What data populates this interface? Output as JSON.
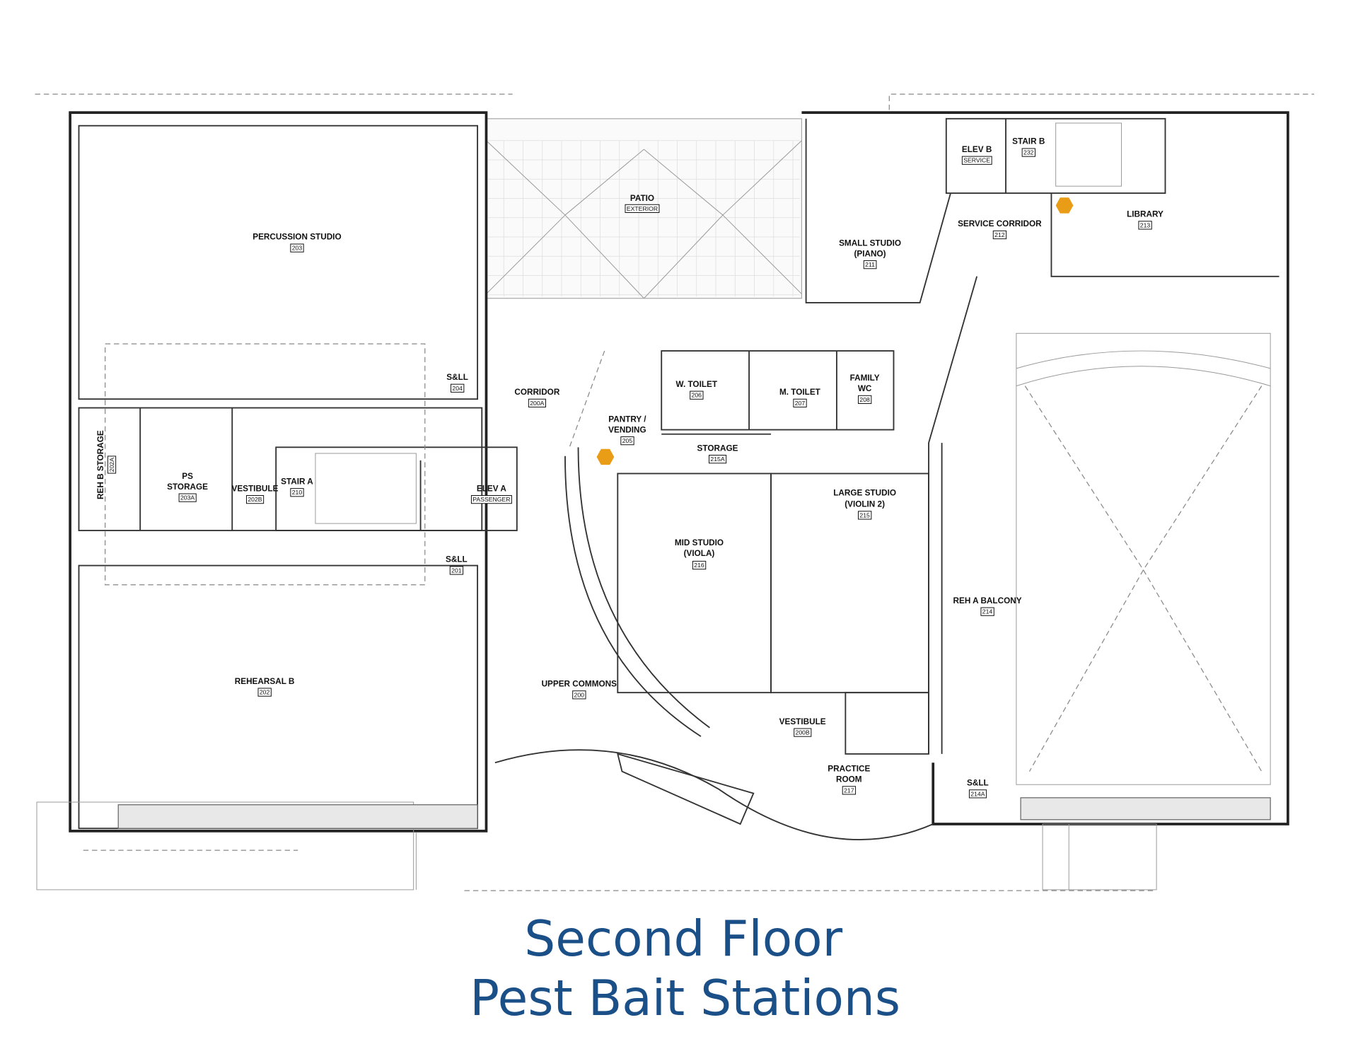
{
  "title": {
    "line1": "Second Floor",
    "line2": "Pest Bait Stations"
  },
  "colors": {
    "title": "#1b4f87",
    "bait_station": "#e99d16",
    "walls": "#222222"
  },
  "bait_station_icon": "orange-hexagon",
  "bait_station_count": 2,
  "rooms": {
    "patio": {
      "name": "PATIO",
      "tag": "EXTERIOR"
    },
    "percussion": {
      "name": "PERCUSSION STUDIO",
      "number": "203"
    },
    "small_studio": {
      "name1": "SMALL STUDIO",
      "name2": "(PIANO)",
      "number": "211"
    },
    "elev_b": {
      "name": "ELEV B",
      "tag": "SERVICE"
    },
    "stair_b": {
      "name": "STAIR B",
      "number": "232"
    },
    "service_corridor": {
      "name": "SERVICE CORRIDOR",
      "number": "212"
    },
    "library": {
      "name": "LIBRARY",
      "number": "213"
    },
    "sll_204": {
      "name": "S&LL",
      "number": "204"
    },
    "corridor": {
      "name": "CORRIDOR",
      "number": "200A"
    },
    "w_toilet": {
      "name": "W. TOILET",
      "number": "206"
    },
    "m_toilet": {
      "name": "M. TOILET",
      "number": "207"
    },
    "family_wc": {
      "name1": "FAMILY",
      "name2": "WC",
      "number": "208"
    },
    "pantry": {
      "name1": "PANTRY /",
      "name2": "VENDING",
      "number": "205"
    },
    "storage_215a": {
      "name": "STORAGE",
      "number": "215A"
    },
    "reh_b_storage": {
      "name": "REH B STORAGE",
      "number": "202A"
    },
    "ps_storage": {
      "name1": "PS",
      "name2": "STORAGE",
      "number": "203A"
    },
    "vestibule_202b": {
      "name": "VESTIBULE",
      "number": "202B"
    },
    "stair_a": {
      "name": "STAIR A",
      "number": "210"
    },
    "elev_a": {
      "name": "ELEV A",
      "tag": "PASSENGER"
    },
    "large_studio": {
      "name1": "LARGE STUDIO",
      "name2": "(VIOLIN 2)",
      "number": "215"
    },
    "mid_studio": {
      "name1": "MID STUDIO",
      "name2": "(VIOLA)",
      "number": "216"
    },
    "sll_201": {
      "name": "S&LL",
      "number": "201"
    },
    "reh_a_balcony": {
      "name": "REH A BALCONY",
      "number": "214"
    },
    "rehearsal_b": {
      "name": "REHEARSAL B",
      "number": "202"
    },
    "upper_commons": {
      "name": "UPPER COMMONS",
      "number": "200"
    },
    "vestibule_200b": {
      "name": "VESTIBULE",
      "number": "200B"
    },
    "practice_room": {
      "name1": "PRACTICE",
      "name2": "ROOM",
      "number": "217"
    },
    "sll_214a": {
      "name": "S&LL",
      "number": "214A"
    }
  }
}
